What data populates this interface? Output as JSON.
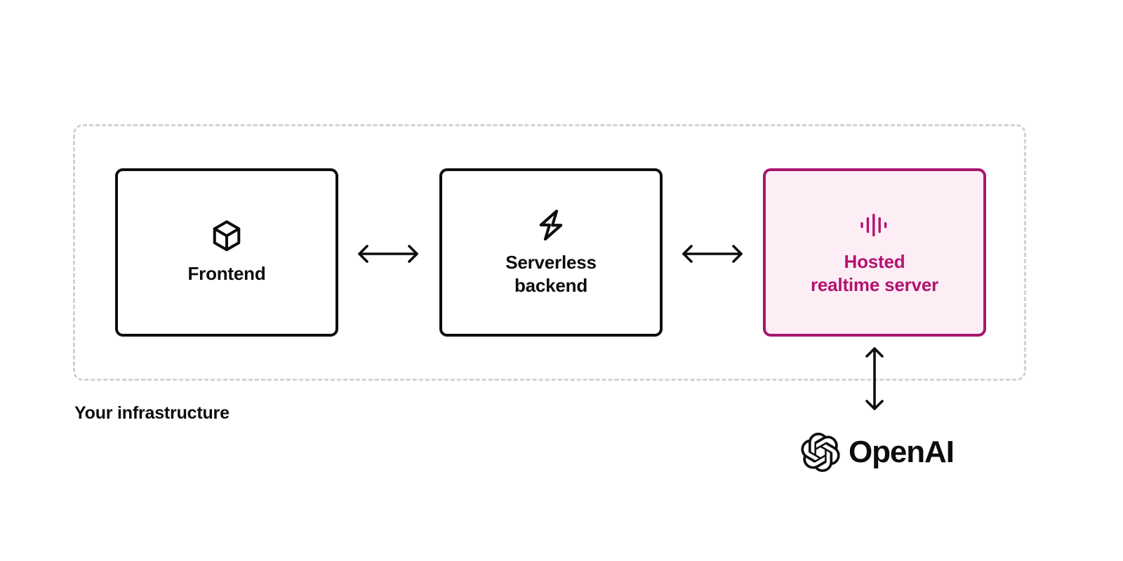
{
  "diagram": {
    "container": {
      "label": "Your infrastructure",
      "border_color": "#d2d2d2",
      "style": "dashed"
    },
    "nodes": [
      {
        "id": "frontend",
        "label": "Frontend",
        "icon": "cube-icon",
        "border_color": "#0d0d0d",
        "fill_color": "#ffffff",
        "text_color": "#0d0d0d",
        "inside_container": true
      },
      {
        "id": "serverless-backend",
        "label": "Serverless\nbackend",
        "icon": "zap-icon",
        "border_color": "#0d0d0d",
        "fill_color": "#ffffff",
        "text_color": "#0d0d0d",
        "inside_container": true
      },
      {
        "id": "hosted-realtime-server",
        "label": "Hosted\nrealtime server",
        "icon": "audio-waveform-icon",
        "border_color": "#a8166e",
        "fill_color": "#fdeef6",
        "text_color": "#b5126f",
        "inside_container": true
      }
    ],
    "connections": [
      {
        "id": "frontend-to-backend",
        "from": "frontend",
        "to": "serverless-backend",
        "orientation": "horizontal",
        "direction": "bidirectional"
      },
      {
        "id": "backend-to-hosted",
        "from": "serverless-backend",
        "to": "hosted-realtime-server",
        "orientation": "horizontal",
        "direction": "bidirectional"
      },
      {
        "id": "hosted-to-openai",
        "from": "hosted-realtime-server",
        "to": "openai",
        "orientation": "vertical",
        "direction": "bidirectional"
      }
    ],
    "brand": {
      "name": "OpenAI",
      "mark": "openai-logo-icon",
      "color": "#0d0d0d"
    }
  }
}
